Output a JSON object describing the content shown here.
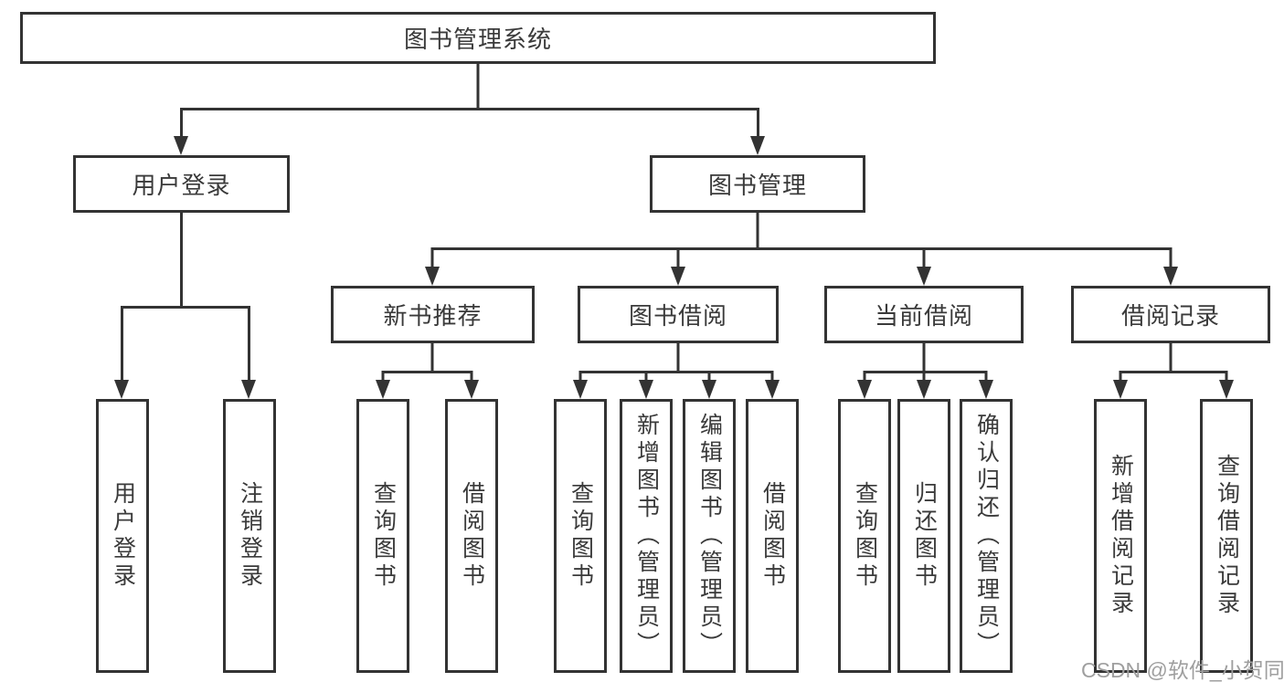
{
  "diagram": {
    "title": "图书管理系统",
    "colors": {
      "line": "#333333",
      "text": "#3a3a3a",
      "background": "#ffffff",
      "watermark": "#9f9f9f"
    },
    "tree": {
      "label": "图书管理系统",
      "children": [
        {
          "label": "用户登录",
          "children": [
            {
              "label": "用户登录"
            },
            {
              "label": "注销登录"
            }
          ]
        },
        {
          "label": "图书管理",
          "children": [
            {
              "label": "新书推荐",
              "children": [
                {
                  "label": "查询图书"
                },
                {
                  "label": "借阅图书"
                }
              ]
            },
            {
              "label": "图书借阅",
              "children": [
                {
                  "label": "查询图书"
                },
                {
                  "label": "新增图书（管理员）"
                },
                {
                  "label": "编辑图书（管理员）"
                },
                {
                  "label": "借阅图书"
                }
              ]
            },
            {
              "label": "当前借阅",
              "children": [
                {
                  "label": "查询图书"
                },
                {
                  "label": "归还图书"
                },
                {
                  "label": "确认归还（管理员）"
                }
              ]
            },
            {
              "label": "借阅记录",
              "children": [
                {
                  "label": "新增借阅记录"
                },
                {
                  "label": "查询借阅记录"
                }
              ]
            }
          ]
        }
      ]
    }
  },
  "watermark": {
    "text": "CSDN @软件_小贺同学"
  }
}
